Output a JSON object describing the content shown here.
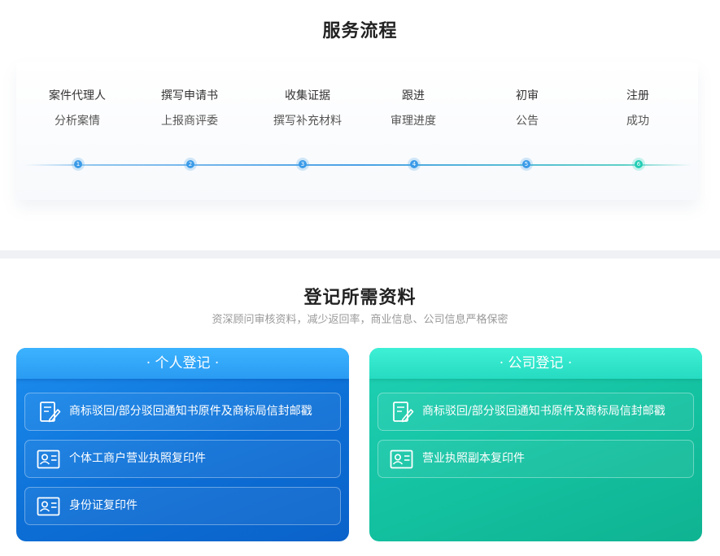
{
  "service_process": {
    "title": "服务流程",
    "steps": [
      {
        "line1": "案件代理人",
        "line2": "分析案情",
        "num": "1"
      },
      {
        "line1": "撰写申请书",
        "line2": "上报商评委",
        "num": "2"
      },
      {
        "line1": "收集证据",
        "line2": "撰写补充材料",
        "num": "3"
      },
      {
        "line1": "跟进",
        "line2": "审理进度",
        "num": "4"
      },
      {
        "line1": "初审",
        "line2": "公告",
        "num": "5"
      },
      {
        "line1": "注册",
        "line2": "成功",
        "num": "6"
      }
    ]
  },
  "materials": {
    "title": "登记所需资料",
    "subtitle": "资深顾问审核资料，减少返回率，商业信息、公司信息严格保密",
    "personal": {
      "header": "· 个人登记 ·",
      "items": [
        {
          "text": "商标驳回/部分驳回通知书原件及商标局信封邮戳",
          "icon": "document-edit-icon"
        },
        {
          "text": "个体工商户营业执照复印件",
          "icon": "id-card-icon"
        },
        {
          "text": "身份证复印件",
          "icon": "id-card-icon"
        }
      ]
    },
    "company": {
      "header": "· 公司登记 ·",
      "items": [
        {
          "text": "商标驳回/部分驳回通知书原件及商标局信封邮戳",
          "icon": "document-edit-icon"
        },
        {
          "text": "营业执照副本复印件",
          "icon": "id-card-icon"
        }
      ]
    }
  },
  "colors": {
    "blue_accent": "#0c6fd6",
    "green_accent": "#13c1a0",
    "timeline_blue": "#3b9be8",
    "timeline_teal": "#22cdb5"
  }
}
